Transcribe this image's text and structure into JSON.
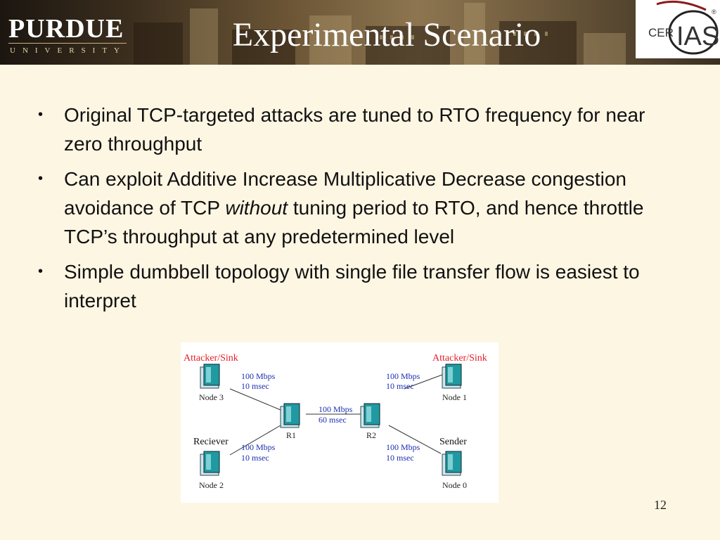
{
  "header": {
    "logo_name": "PURDUE",
    "logo_sub": "UNIVERSITY",
    "title": "Experimental Scenario",
    "partner_logo_text_left": "CER",
    "partner_logo_text_right": "IAS",
    "partner_logo_mark": "®"
  },
  "bullets": [
    {
      "before": "Original TCP-targeted attacks are tuned to RTO frequency for near zero throughput",
      "italic": "",
      "after": ""
    },
    {
      "before": "Can exploit Additive Increase Multiplicative Decrease congestion avoidance of TCP ",
      "italic": "without",
      "after": " tuning period to RTO, and hence throttle TCP’s throughput at any predetermined level"
    },
    {
      "before": "Simple dumbbell topology with single file transfer flow is easiest to interpret",
      "italic": "",
      "after": ""
    }
  ],
  "diagram": {
    "role_top_left": "Attacker/Sink",
    "role_top_right": "Attacker/Sink",
    "role_bottom_left": "Reciever",
    "role_bottom_right": "Sender",
    "nodes": {
      "node3": "Node 3",
      "node1": "Node 1",
      "node2": "Node 2",
      "node0": "Node 0",
      "r1": "R1",
      "r2": "R2"
    },
    "links": {
      "n3_r1": [
        "100 Mbps",
        "10 msec"
      ],
      "n1_r2": [
        "100 Mbps",
        "10 msec"
      ],
      "r1_r2": [
        "100 Mbps",
        "60 msec"
      ],
      "n2_r1": [
        "100 Mbps",
        "10 msec"
      ],
      "n0_r2": [
        "100 Mbps",
        "10 msec"
      ]
    },
    "colors": {
      "role_red": "#e4202a",
      "link_blue": "#1a2fb0",
      "node_teal": "#1f9aa0"
    }
  },
  "page_number": "12"
}
